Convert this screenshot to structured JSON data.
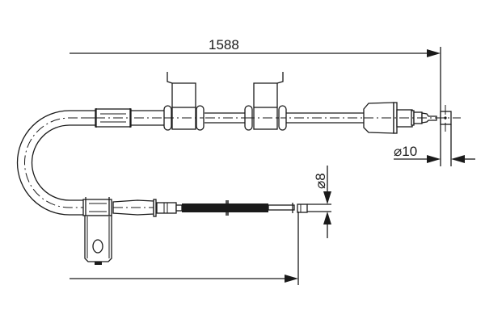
{
  "drawing": {
    "subject": "parking brake cable",
    "colors": {
      "line": "#1a1a1a",
      "background": "#ffffff"
    }
  },
  "dimensions": {
    "overall_length": {
      "label": "1588"
    },
    "end_fitting_diameter": {
      "label": "⌀10"
    },
    "eye_diameter": {
      "label": "⌀8"
    }
  }
}
